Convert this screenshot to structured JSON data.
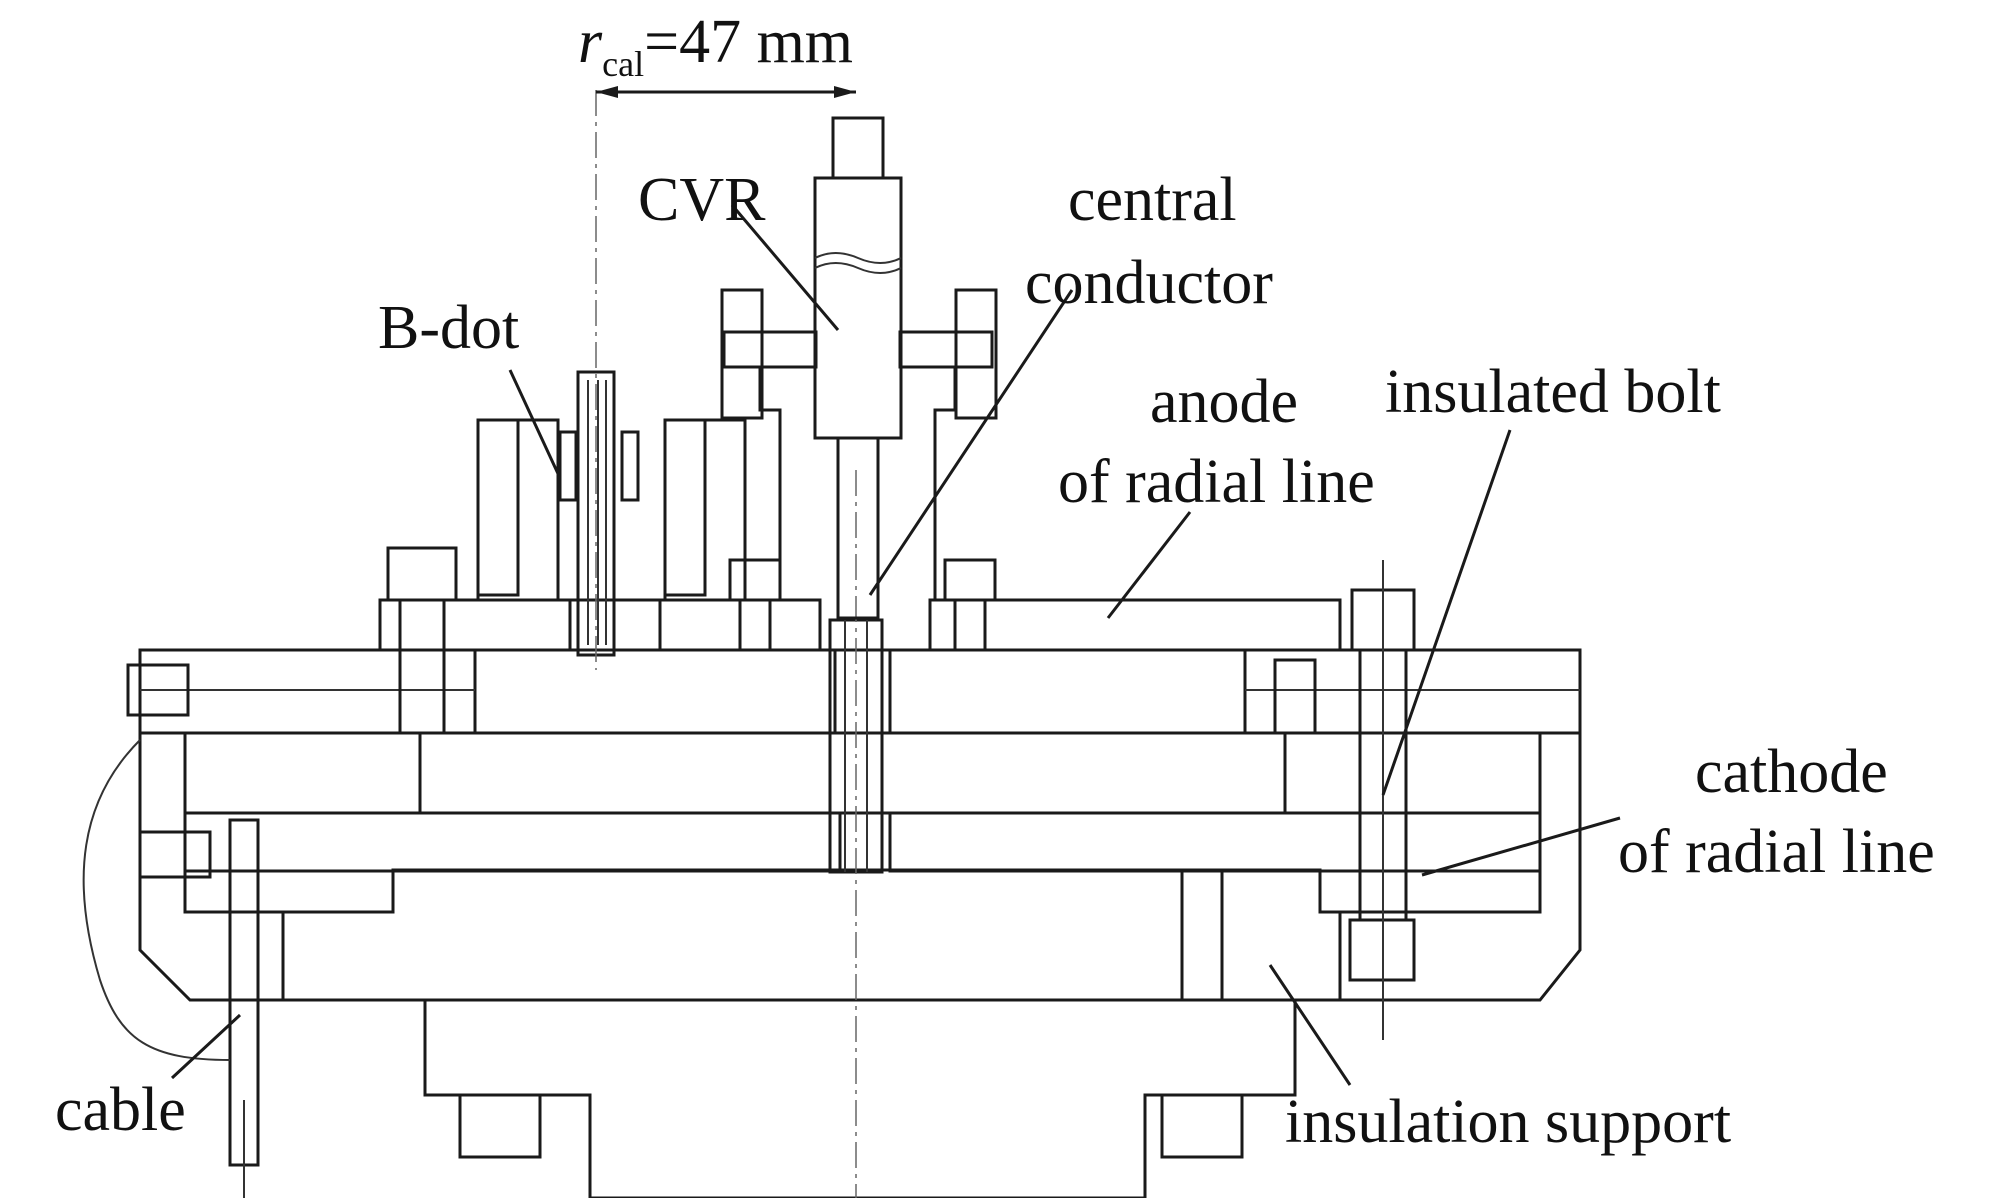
{
  "diagram": {
    "labels": {
      "r_cal_symbol": "r",
      "r_cal_subscript": "cal",
      "r_cal_value": "=47 mm",
      "cvr": "CVR",
      "central_conductor_line1": "central",
      "central_conductor_line2": "conductor",
      "b_dot": "B-dot",
      "anode_line1": "anode",
      "anode_line2": "of radial line",
      "insulated_bolt": "insulated bolt",
      "cathode_line1": "cathode",
      "cathode_line2": "of radial line",
      "cable": "cable",
      "insulation_support": "insulation support"
    }
  }
}
